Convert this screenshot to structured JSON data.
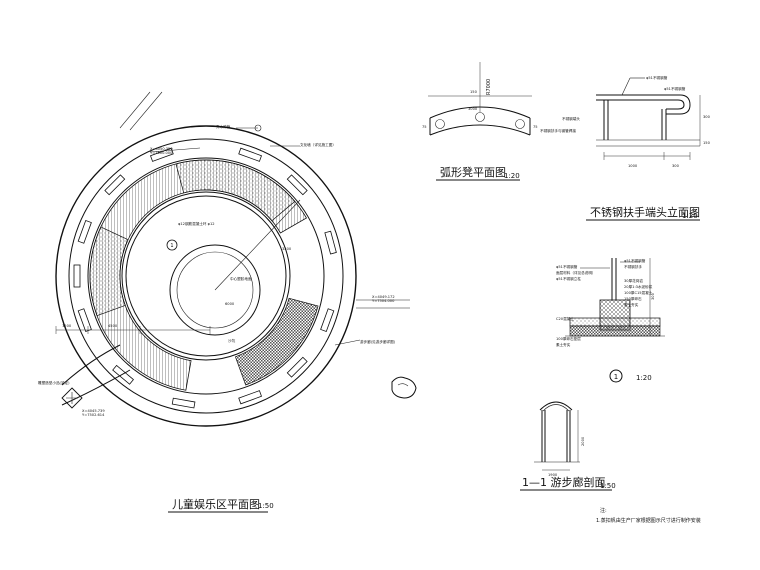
{
  "titles": {
    "plan": "儿童娱乐区平面图",
    "plan_scale": "1:50",
    "bench": "弧形凳平面图",
    "bench_scale": "1:20",
    "handrail": "不锈钢扶手端头立面图",
    "handrail_scale": "1:20",
    "detail_marker": "1",
    "detail_scale": "1:20",
    "section": "1—1 游步廊剖面",
    "section_scale": "1:50"
  },
  "plan_labels": {
    "coord_a": "X=4050.350\nY=7500.000",
    "coord_b": "X=4049.172\nY=7504.000",
    "coord_c": "X=4045.739\nY=7502.614",
    "feature_left": "雕塑造型小品(另定)",
    "label_top_right": "文化墙（详见施工图）",
    "label_tree": "乔木种植",
    "label_ring": "φ12钢筋混凝土环 φ12",
    "label_center": "中心塑胶地面",
    "label_sand": "沙坑",
    "label_right": "游步廊(见游步廊详图)",
    "dim_1200": "1200",
    "dim_4500": "4500",
    "dim_6000": "6000",
    "dim_3200": "3200",
    "marker": "1"
  },
  "bench_labels": {
    "radius": "R7000",
    "dim_top": "150",
    "dim_mid": "3000",
    "dim_left": "75",
    "dim_right": "75"
  },
  "handrail_labels": {
    "label_1": "φ51不锈钢管",
    "label_2": "φ51不锈钢管",
    "label_3": "不锈钢端头",
    "label_4": "不锈钢扶手与钢管焊接",
    "dim_a": "1000",
    "dim_b": "300",
    "dim_c": "300",
    "dim_d": "150"
  },
  "detail_labels": {
    "l1": "φ51不锈钢管",
    "l2": "面层材料（详见总说明）",
    "l3": "φ51不锈钢立柱",
    "l4": "C20混凝土",
    "l5": "100厚碎石垫层",
    "l6": "素土夯实",
    "r1": "φ51不锈钢管",
    "r2": "不锈钢扶手",
    "r3": "30厚花岗岩",
    "r4": "20厚1:3水泥砂浆",
    "r5": "100厚C15混凝土",
    "r6": "150厚碎石",
    "r7": "素土夯实",
    "dim_v": "300"
  },
  "section_labels": {
    "dim_w": "1900",
    "dim_h": "2000"
  },
  "notes": {
    "title": "注:",
    "line1": "1.蒸扣帆由生产厂家根据图示尺寸进行制作安装"
  }
}
